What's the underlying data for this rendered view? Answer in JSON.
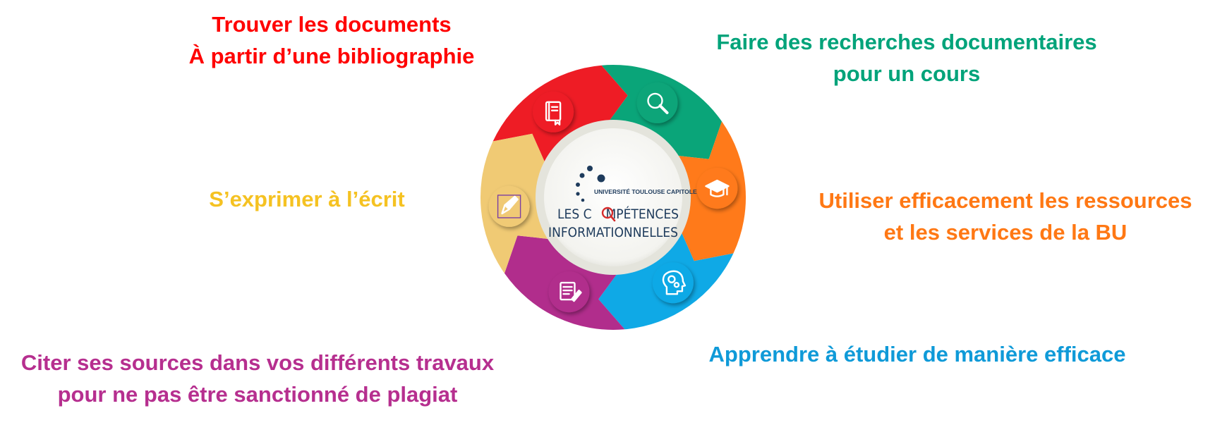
{
  "labels": {
    "find_documents": {
      "line1": "Trouver les documents",
      "line2": "À partir d’une bibliographie",
      "color": "#ff0000"
    },
    "research": {
      "line1": "Faire des recherches documentaires",
      "line2": "pour un cours",
      "color": "#00a37a"
    },
    "resources": {
      "line1": "Utiliser efficacement les ressources",
      "line2": "et les services de la BU",
      "color": "#ff7814"
    },
    "study": {
      "line1": "Apprendre à étudier de manière efficace",
      "color": "#0f9ad8"
    },
    "cite": {
      "line1": "Citer ses sources dans vos différents travaux",
      "line2": "pour ne pas être sanctionné de plagiat",
      "color": "#b62f8f"
    },
    "write": {
      "line1": "S’exprimer à l’écrit",
      "color": "#f5c222"
    }
  },
  "center": {
    "university": "UNIVERSITÉ TOULOUSE CAPITOLE",
    "title_part1": "LES C",
    "title_part2": "MPÉTENCES",
    "title_line2": "INFORMATIONNELLES",
    "text_color": "#1e3b5c",
    "accent": "#d62b2b"
  },
  "segments": [
    {
      "name": "red",
      "color": "#ee1c25",
      "icon": "book-icon"
    },
    {
      "name": "green",
      "color": "#0aa579",
      "icon": "search-icon"
    },
    {
      "name": "orange",
      "color": "#ff7a1a",
      "icon": "graduation-cap-icon"
    },
    {
      "name": "blue",
      "color": "#0fa9e6",
      "icon": "head-gears-icon"
    },
    {
      "name": "purple",
      "color": "#b12d8c",
      "icon": "document-edit-icon"
    },
    {
      "name": "beige",
      "color": "#f0ca74",
      "icon": "pencil-icon"
    }
  ]
}
